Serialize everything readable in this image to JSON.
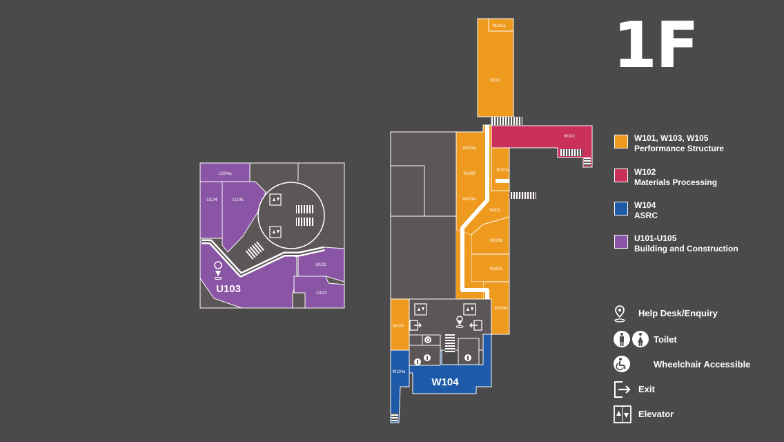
{
  "floor": {
    "label": "1F"
  },
  "colors": {
    "background": "#4a4a4a",
    "performance_structure": "#ee9a1e",
    "materials_processing": "#c9305a",
    "asrc": "#1f5aa8",
    "building_construction": "#8a55a4",
    "unassigned": "#5d5656",
    "outline": "#ffffff"
  },
  "legend": [
    {
      "color": "#ee9a1e",
      "code": "W101, W103, W105",
      "name": "Performance Structure"
    },
    {
      "color": "#c9305a",
      "code": "W102",
      "name": "Materials Processing"
    },
    {
      "color": "#1f5aa8",
      "code": "W104",
      "name": "ASRC"
    },
    {
      "color": "#8a55a4",
      "code": "U101-U105",
      "name": "Building and Construction"
    }
  ],
  "symbols": [
    {
      "icon": "help-desk-pin-icon",
      "label": "Help Desk/Enquiry"
    },
    {
      "icon": "toilet-icon",
      "label": "Toilet"
    },
    {
      "icon": "wheelchair-icon",
      "label": "Wheelchair Accessible"
    },
    {
      "icon": "exit-icon",
      "label": "Exit"
    },
    {
      "icon": "elevator-icon",
      "label": "Elevator"
    }
  ],
  "rooms": {
    "w101a": "W101a",
    "w101": "W101",
    "w102": "W102",
    "w102_lower": "W102",
    "w103a": "W103a",
    "w103b": "W103b",
    "w103c": "W103c",
    "w103d": "W103d",
    "w103e": "W103e",
    "w103f": "W103f",
    "w103g": "W103g",
    "w104": "W104",
    "w104a": "W104a",
    "w105": "W105",
    "u101": "U101",
    "u102": "U102",
    "u103": "U103",
    "u104": "U104",
    "u104a": "U104a",
    "u105": "U105"
  }
}
